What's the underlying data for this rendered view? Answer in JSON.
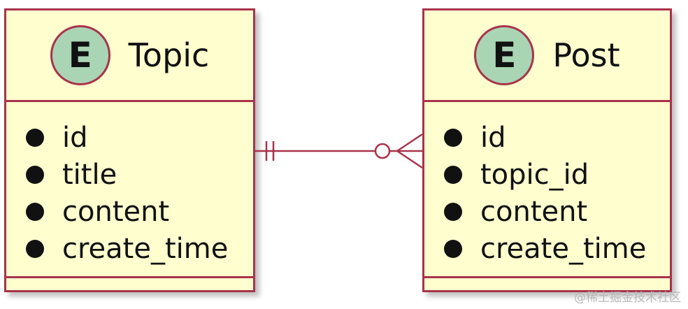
{
  "entities": [
    {
      "badge": "E",
      "name": "Topic",
      "attributes": [
        "id",
        "title",
        "content",
        "create_time"
      ]
    },
    {
      "badge": "E",
      "name": "Post",
      "attributes": [
        "id",
        "topic_id",
        "content",
        "create_time"
      ]
    }
  ],
  "relationship": {
    "from_cardinality": "exactly-one",
    "to_cardinality": "zero-or-many"
  },
  "watermark": "@稀土掘金技术社区",
  "colors": {
    "border": "#a8334b",
    "entity_fill": "#fefece",
    "badge_fill": "#a9d5b5"
  }
}
